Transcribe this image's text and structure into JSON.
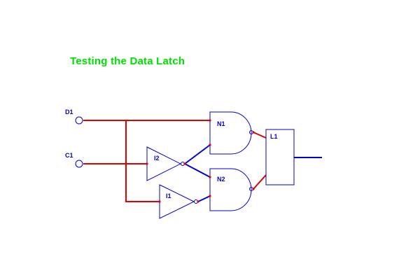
{
  "title": "Testing the Data Latch",
  "colors": {
    "title": "#00e000",
    "wire": "#e00000",
    "component": "#0000cc",
    "output_bus": "#0000cc",
    "background": "#ffffff"
  },
  "inputs": [
    {
      "id": "D1",
      "label": "D1"
    },
    {
      "id": "C1",
      "label": "C1"
    }
  ],
  "gates": [
    {
      "id": "N1",
      "label": "N1",
      "type": "nand"
    },
    {
      "id": "N2",
      "label": "N2",
      "type": "nand"
    },
    {
      "id": "I2",
      "label": "I2",
      "type": "not"
    },
    {
      "id": "I1",
      "label": "I1",
      "type": "not"
    }
  ],
  "latch": {
    "id": "L1",
    "label": "L1"
  }
}
